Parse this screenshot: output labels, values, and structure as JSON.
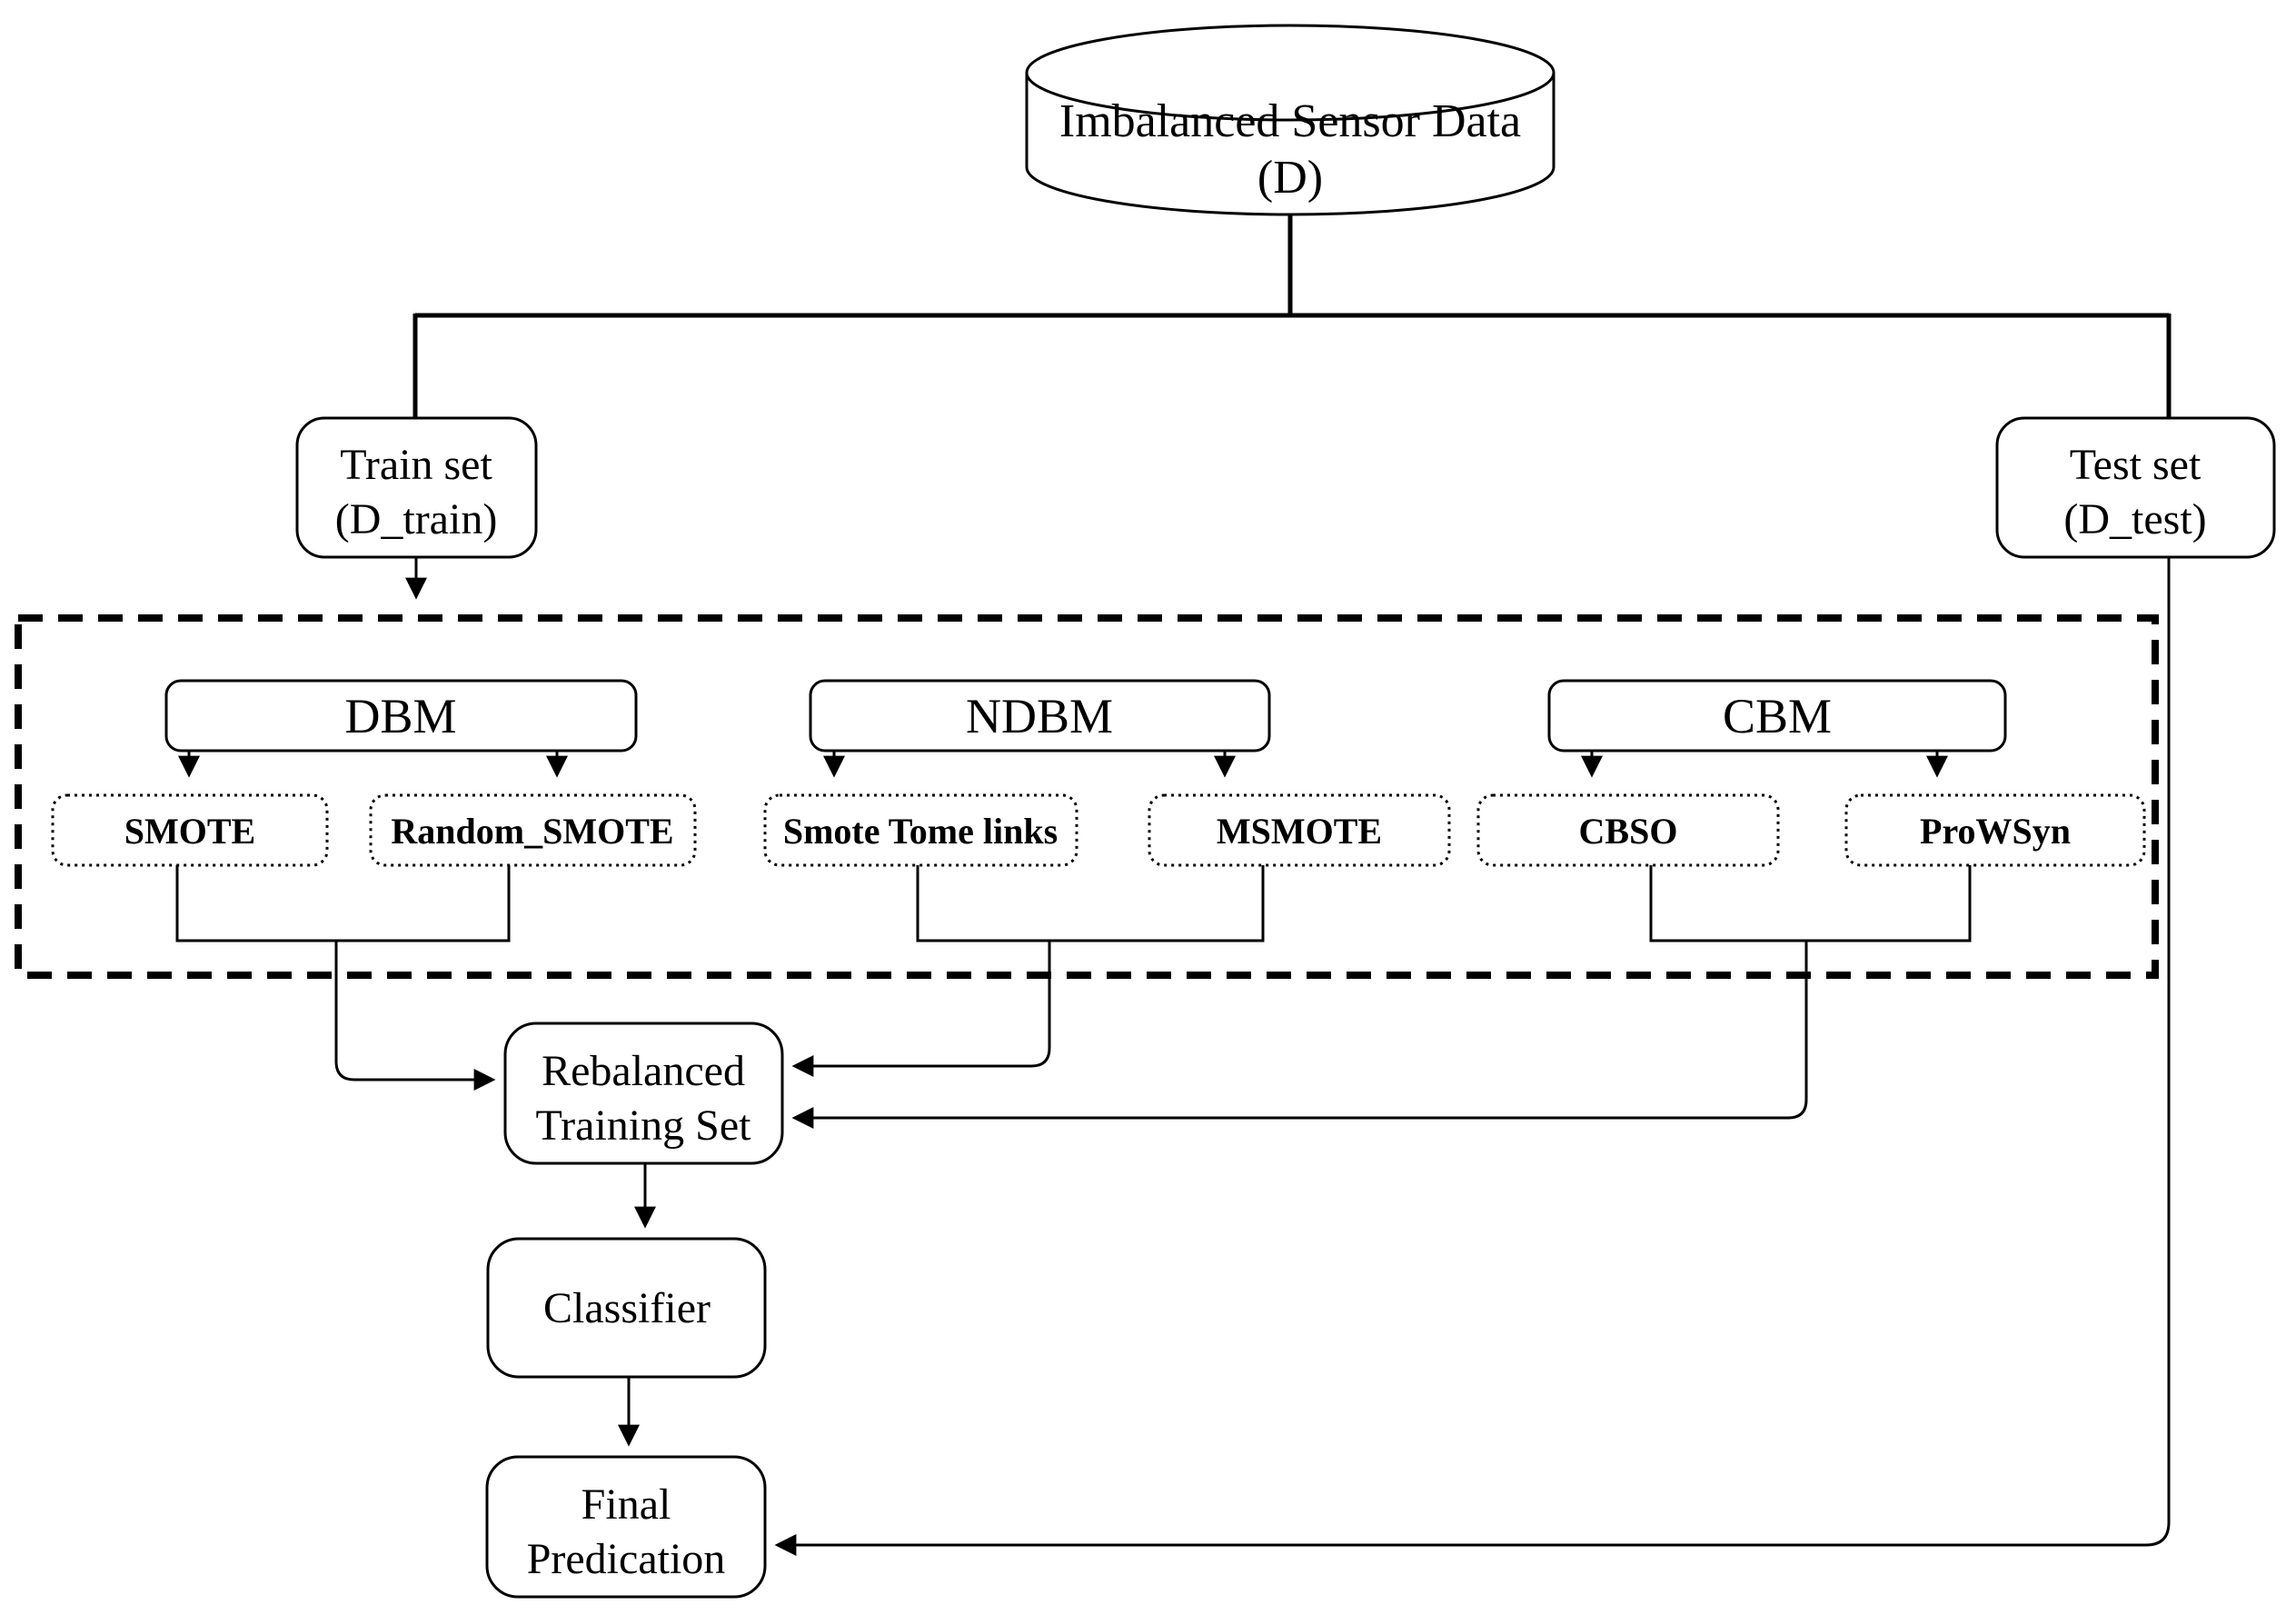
{
  "diagram": {
    "database": {
      "label_line1": "Imbalanced Sensor Data",
      "label_line2": "(D)"
    },
    "train_set": {
      "line1": "Train set",
      "line2": "(D_train)"
    },
    "test_set": {
      "line1": "Test set",
      "line2": "(D_test)"
    },
    "groups": [
      {
        "label": "DBM",
        "methods": [
          "SMOTE",
          "Random_SMOTE"
        ]
      },
      {
        "label": "NDBM",
        "methods": [
          "Smote Tome links",
          "MSMOTE"
        ]
      },
      {
        "label": "CBM",
        "methods": [
          "CBSO",
          "ProWSyn"
        ]
      }
    ],
    "rebalanced": {
      "line1": "Rebalanced",
      "line2": "Training Set"
    },
    "classifier": {
      "label": "Classifier"
    },
    "final_prediction": {
      "line1": "Final",
      "line2": "Predication"
    },
    "colors": {
      "line": "#000000",
      "background": "#ffffff"
    }
  }
}
